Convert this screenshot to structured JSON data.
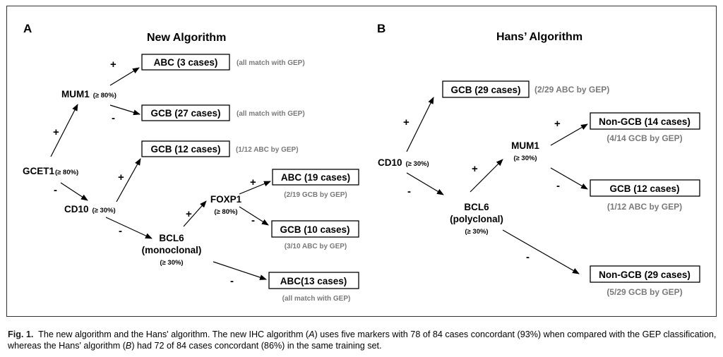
{
  "panel_a": {
    "letter": "A",
    "title": "New Algorithm",
    "nodes": {
      "gcet1": "GCET1",
      "gcet1_threshold": "(≥ 80%)",
      "mum1": "MUM1",
      "mum1_threshold": "(≥ 80%)",
      "cd10": "CD10",
      "cd10_threshold": "(≥ 30%)",
      "bcl6_line1": "BCL6",
      "bcl6_line2": "(monoclonal)",
      "bcl6_threshold": "(≥ 30%)",
      "foxp1": "FOXP1",
      "foxp1_threshold": "(≥ 80%)"
    },
    "outcomes": {
      "abc3": "ABC (3 cases)",
      "abc3_note": "(all match with GEP)",
      "gcb27": "GCB (27 cases)",
      "gcb27_note": "(all match with GEP)",
      "gcb12": "GCB (12 cases)",
      "gcb12_note": "(1/12 ABC by GEP)",
      "abc19": "ABC (19 cases)",
      "abc19_note": "(2/19 GCB by GEP)",
      "gcb10": "GCB (10 cases)",
      "gcb10_note": "(3/10 ABC by GEP)",
      "abc13": "ABC(13 cases)",
      "abc13_note": "(all match with GEP)"
    },
    "signs": {
      "plus": "+",
      "minus": "-"
    }
  },
  "panel_b": {
    "letter": "B",
    "title": "Hans’ Algorithm",
    "nodes": {
      "cd10": "CD10",
      "cd10_threshold": "(≥ 30%)",
      "mum1": "MUM1",
      "mum1_threshold": "(≥ 30%)",
      "bcl6_line1": "BCL6",
      "bcl6_line2": "(polyclonal)",
      "bcl6_threshold": "(≥ 30%)"
    },
    "outcomes": {
      "gcb29": "GCB (29 cases)",
      "gcb29_note": "(2/29 ABC by GEP)",
      "nongcb14": "Non-GCB (14 cases)",
      "nongcb14_note": "(4/14 GCB by GEP)",
      "gcb12": "GCB (12 cases)",
      "gcb12_note": "(1/12 ABC by GEP)",
      "nongcb29": "Non-GCB (29 cases)",
      "nongcb29_note": "(5/29 GCB by GEP)"
    }
  },
  "caption": {
    "label": "Fig. 1.",
    "text_1": "The new algorithm and the Hans' algorithm. The new IHC algorithm (",
    "ref_a": "A",
    "text_2": ") uses five markers with 78 of 84 cases concordant (93%) when compared with the GEP classification, whereas the Hans' algorithm (",
    "ref_b": "B",
    "text_3": ") had 72 of 84 cases concordant (86%) in the same training set."
  },
  "colors": {
    "note_gray": "#7a7a7a",
    "line": "#000000"
  }
}
